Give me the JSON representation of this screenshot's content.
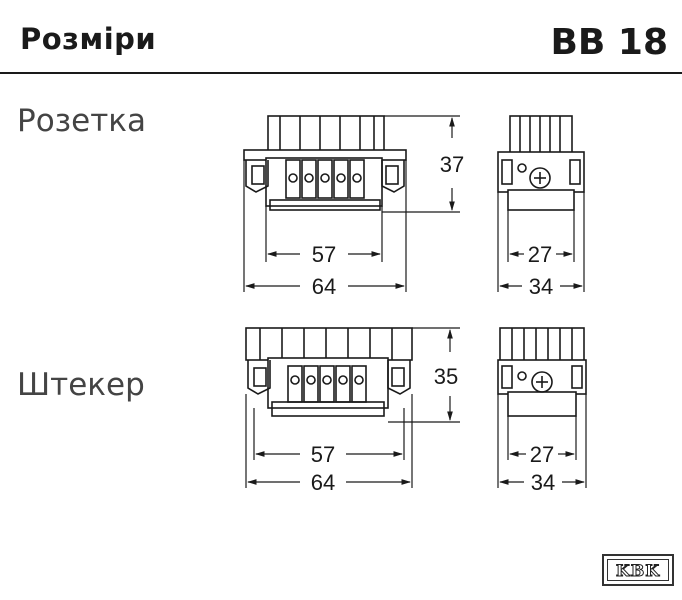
{
  "header": {
    "title": "Розміри",
    "code": "BB 18"
  },
  "socket": {
    "label": "Розетка",
    "front_height": "37",
    "front_inner_width": "57",
    "front_outer_width": "64",
    "side_inner_width": "27",
    "side_outer_width": "34"
  },
  "plug": {
    "label": "Штекер",
    "front_height": "35",
    "front_inner_width": "57",
    "front_outer_width": "64",
    "side_inner_width": "27",
    "side_outer_width": "34"
  },
  "logo": {
    "text": "KBK"
  }
}
